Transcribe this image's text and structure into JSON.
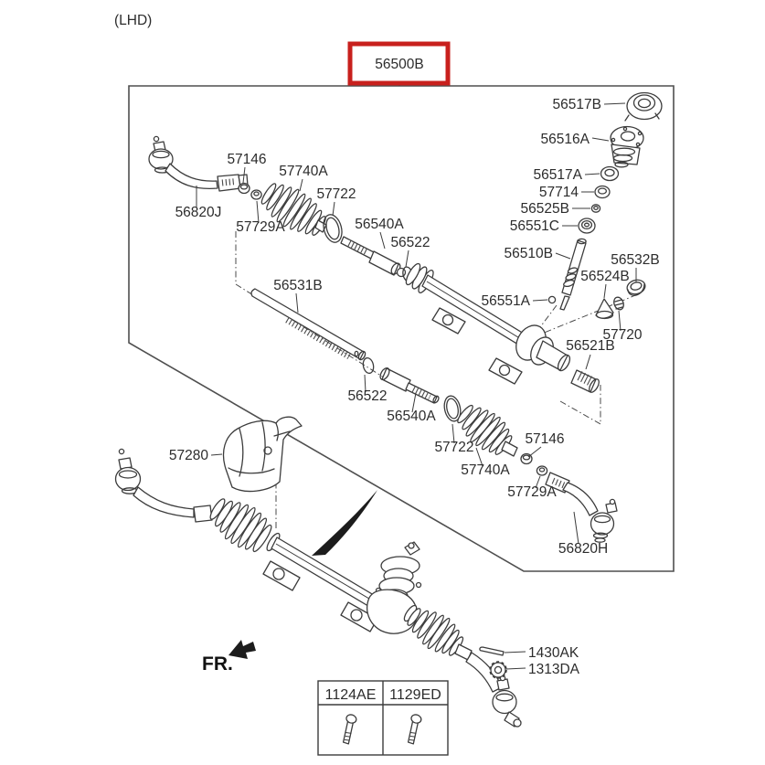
{
  "header": {
    "variant": "(LHD)"
  },
  "assembly": {
    "code": "56500B",
    "highlight_color": "#c8201d"
  },
  "diagram": {
    "labels": [
      {
        "id": "56517B",
        "code": "56517B"
      },
      {
        "id": "56516A",
        "code": "56516A"
      },
      {
        "id": "56517A",
        "code": "56517A"
      },
      {
        "id": "57714",
        "code": "57714"
      },
      {
        "id": "56525B",
        "code": "56525B"
      },
      {
        "id": "56551C",
        "code": "56551C"
      },
      {
        "id": "56510B",
        "code": "56510B"
      },
      {
        "id": "56551A",
        "code": "56551A"
      },
      {
        "id": "56532B",
        "code": "56532B"
      },
      {
        "id": "56524B",
        "code": "56524B"
      },
      {
        "id": "57720",
        "code": "57720"
      },
      {
        "id": "56521B",
        "code": "56521B"
      },
      {
        "id": "56820J",
        "code": "56820J"
      },
      {
        "id": "57146-upper",
        "code": "57146"
      },
      {
        "id": "57740A-upper",
        "code": "57740A"
      },
      {
        "id": "57722-upper",
        "code": "57722"
      },
      {
        "id": "57729A-upper",
        "code": "57729A"
      },
      {
        "id": "56540A-upper",
        "code": "56540A"
      },
      {
        "id": "56522-upper",
        "code": "56522"
      },
      {
        "id": "56531B",
        "code": "56531B"
      },
      {
        "id": "56522-lower",
        "code": "56522"
      },
      {
        "id": "56540A-lower",
        "code": "56540A"
      },
      {
        "id": "57722-lower",
        "code": "57722"
      },
      {
        "id": "57740A-lower",
        "code": "57740A"
      },
      {
        "id": "57146-lower",
        "code": "57146"
      },
      {
        "id": "57729A-lower",
        "code": "57729A"
      },
      {
        "id": "56820H",
        "code": "56820H"
      },
      {
        "id": "57280",
        "code": "57280"
      }
    ]
  },
  "bottom_callouts": [
    {
      "code": "1430AK"
    },
    {
      "code": "1313DA"
    }
  ],
  "orientation": {
    "label": "FR."
  },
  "fastener_table": {
    "columns": [
      {
        "code": "1124AE"
      },
      {
        "code": "1129ED"
      }
    ]
  }
}
